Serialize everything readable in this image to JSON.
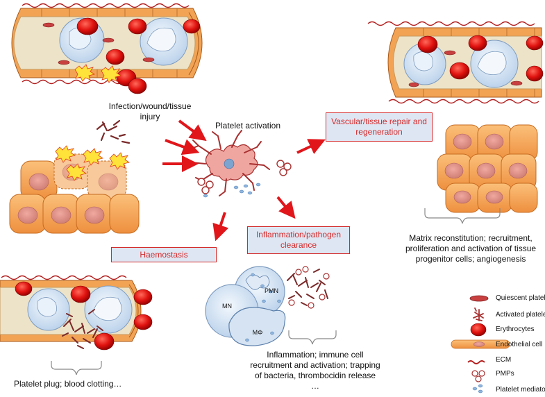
{
  "labels": {
    "injury": "Infection/wound/tissue injury",
    "platelet_activation": "Platelet activation",
    "repair_box": "Vascular/tissue repair and regeneration",
    "haemostasis_box": "Haemostasis",
    "inflammation_box": "Inflammation/pathogen clearance",
    "repair_caption": "Matrix reconstitution; recruitment, proliferation and activation of tissue progenitor cells; angiogenesis",
    "plug_caption": "Platelet plug; blood clotting…",
    "inflammation_caption": "Inflammation; immune cell recruitment and activation; trapping of bacteria, thrombocidin release …",
    "cell_pmn": "PMN",
    "cell_mn": "MN",
    "cell_mphi": "MΦ"
  },
  "legend": [
    {
      "label": "Quiescent platelets",
      "icon": "quiescent-platelet-icon"
    },
    {
      "label": "Activated platelets",
      "icon": "activated-platelet-icon"
    },
    {
      "label": "Erythrocytes",
      "icon": "erythrocyte-icon"
    },
    {
      "label": "Endothelial cell",
      "icon": "endothelial-cell-icon"
    },
    {
      "label": "ECM",
      "icon": "ecm-icon"
    },
    {
      "label": "PMPs",
      "icon": "pmp-icon"
    },
    {
      "label": "Platelet mediators",
      "icon": "platelet-mediator-icon"
    }
  ],
  "colors": {
    "arrow": "#e0161b",
    "box_fill": "#dfe6f3",
    "box_border": "#d42a2a",
    "box_text": "#d42a2a",
    "endothelium": "#f2a354",
    "vessel_lumen": "#ede3c8",
    "erythrocyte": "#d40d0d",
    "platelet": "#8e2a2a",
    "leukocyte": "#cfe0f1"
  }
}
